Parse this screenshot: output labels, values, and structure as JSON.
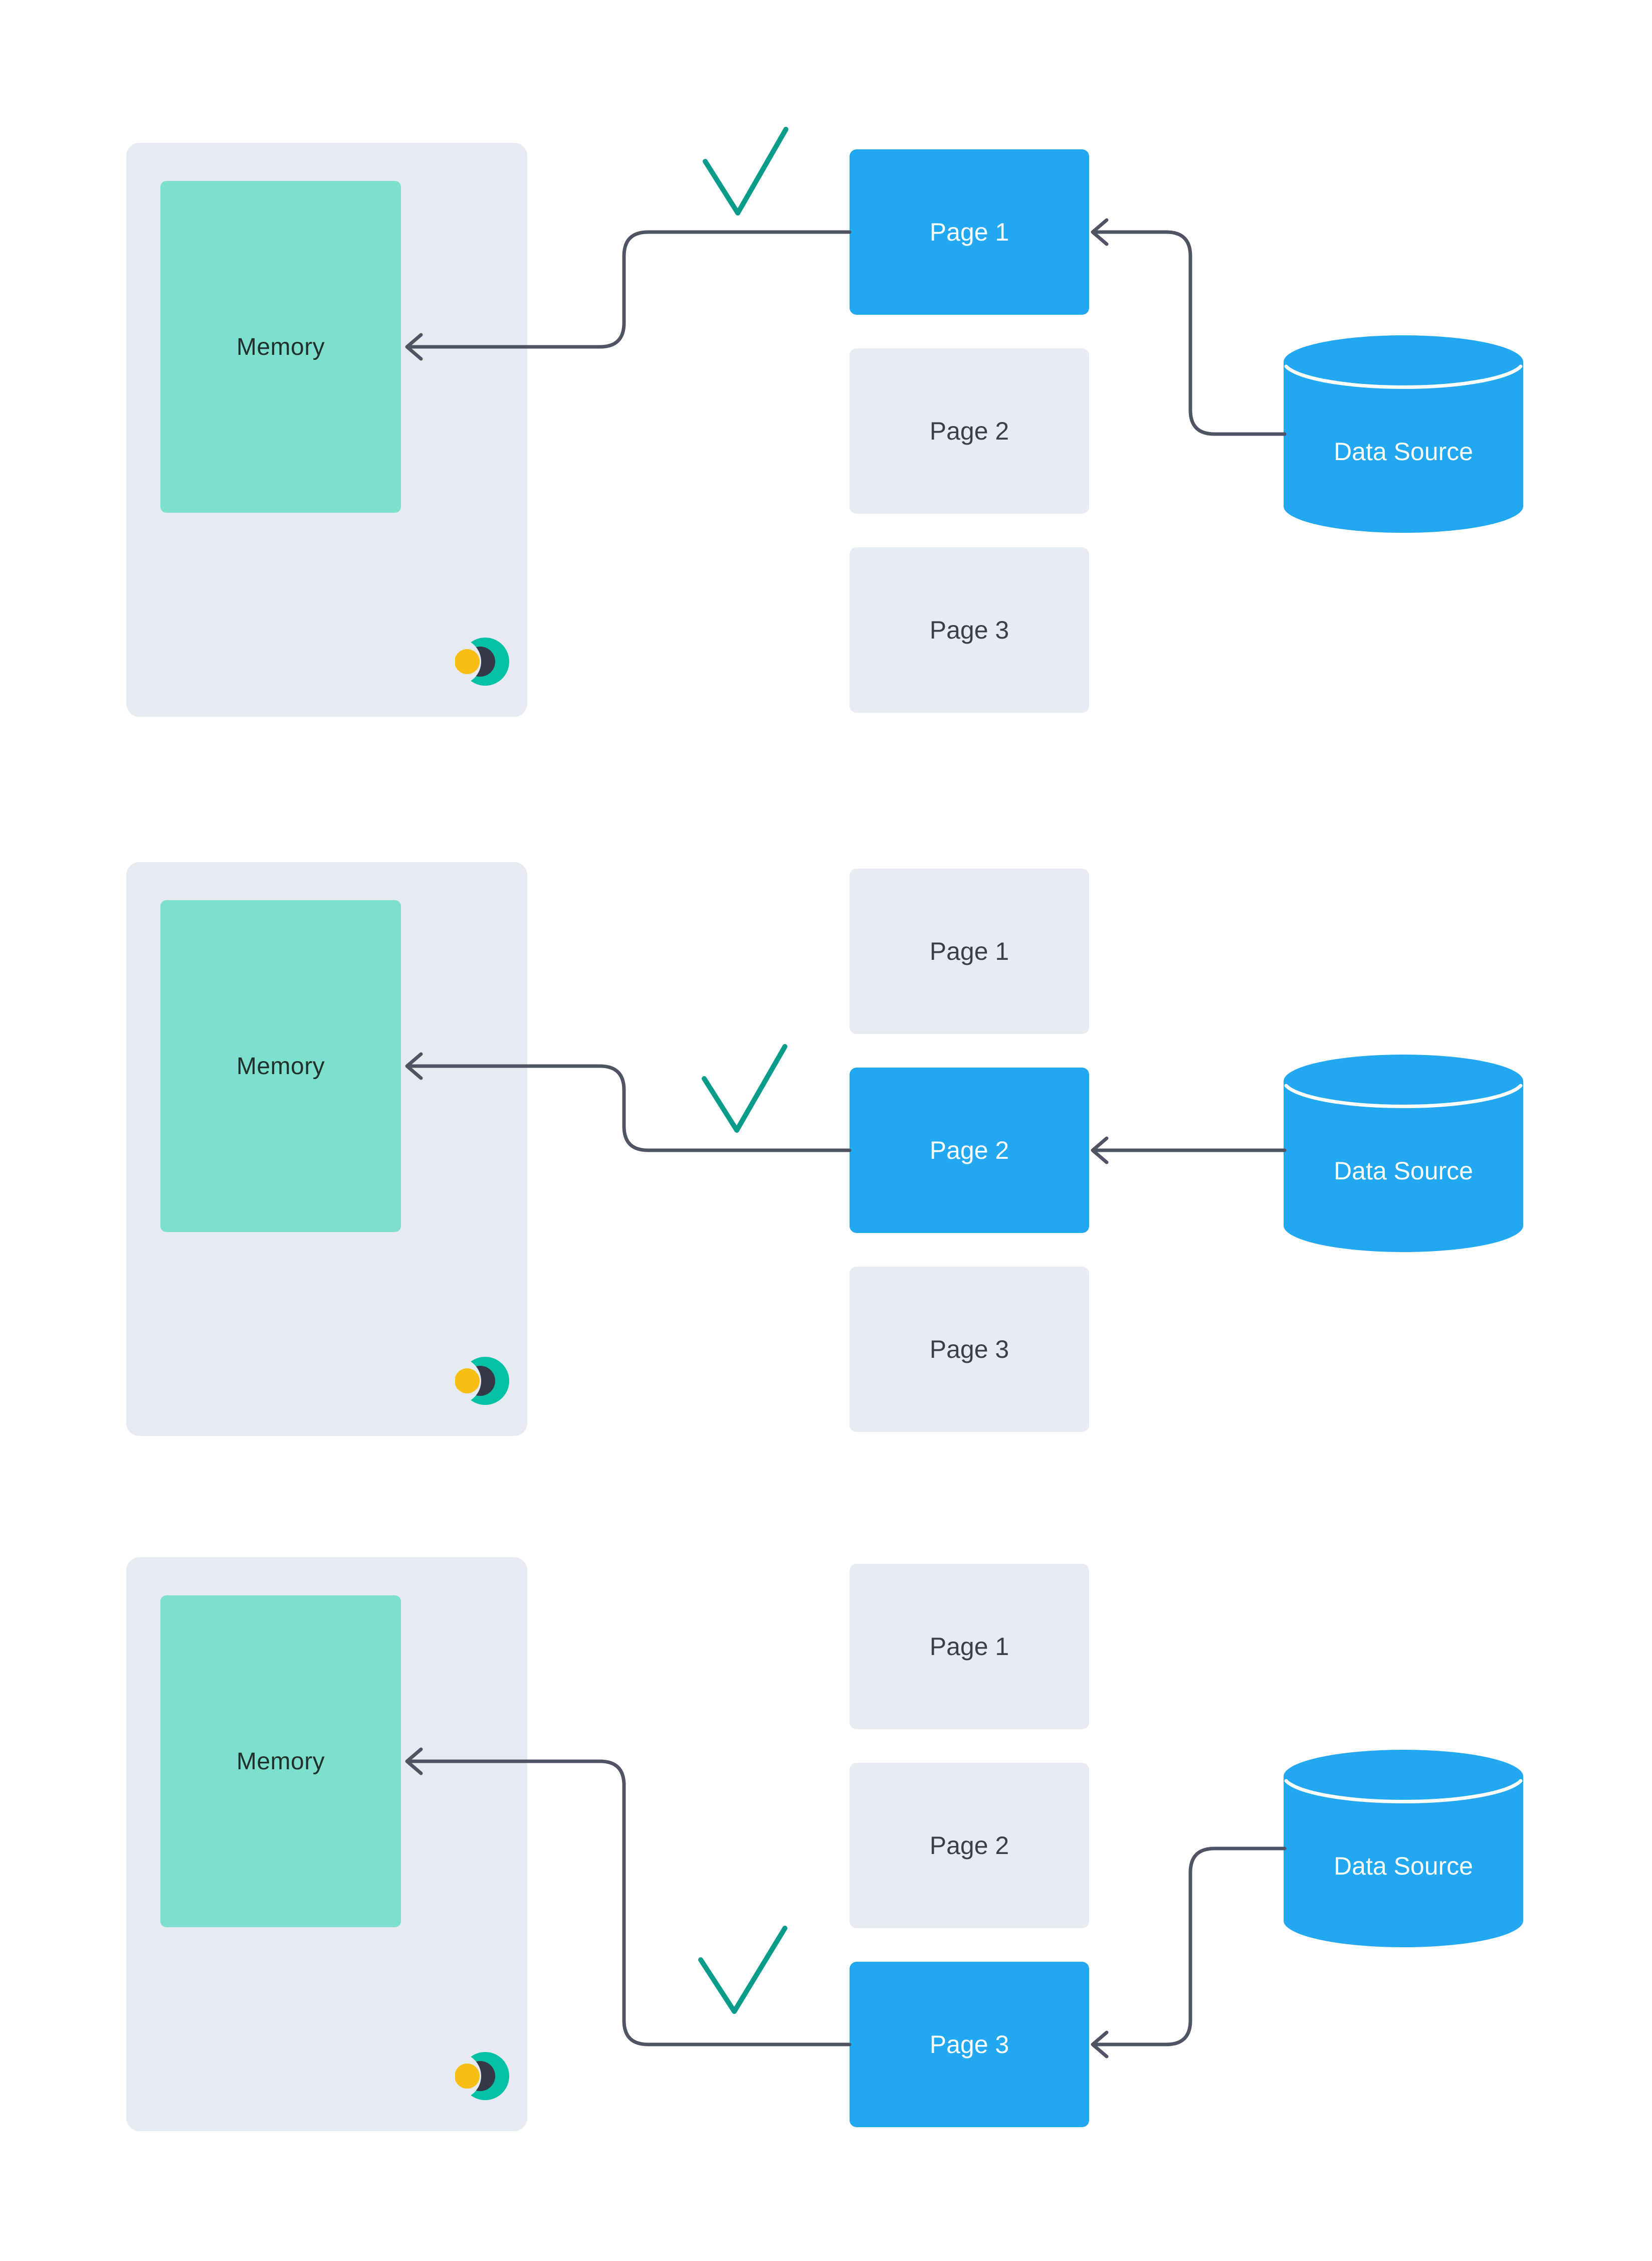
{
  "colors": {
    "background": "#ffffff",
    "memory_container": "#E6EAF1",
    "memory_block": "#7DE0CE",
    "page_inactive": "#E7EBF2",
    "page_active": "#21A8F0",
    "page_inactive_text": "#3A3F4A",
    "page_active_text": "#FFFFFF",
    "data_source": "#21A8F0",
    "data_source_text": "#FFFFFF",
    "connector": "#4F5464",
    "checkmark": "#0A9C8A",
    "memory_text": "#22302C",
    "logo_teal": "#05C1A5",
    "logo_dark": "#343945",
    "logo_yellow": "#F9BE13"
  },
  "rows": [
    {
      "memory_label": "Memory",
      "data_source_label": "Data Source",
      "pages": [
        {
          "label": "Page 1",
          "active": true
        },
        {
          "label": "Page 2",
          "active": false
        },
        {
          "label": "Page 3",
          "active": false
        }
      ]
    },
    {
      "memory_label": "Memory",
      "data_source_label": "Data Source",
      "pages": [
        {
          "label": "Page 1",
          "active": false
        },
        {
          "label": "Page 2",
          "active": true
        },
        {
          "label": "Page 3",
          "active": false
        }
      ]
    },
    {
      "memory_label": "Memory",
      "data_source_label": "Data Source",
      "pages": [
        {
          "label": "Page 1",
          "active": false
        },
        {
          "label": "Page 2",
          "active": false
        },
        {
          "label": "Page 3",
          "active": true
        }
      ]
    }
  ]
}
